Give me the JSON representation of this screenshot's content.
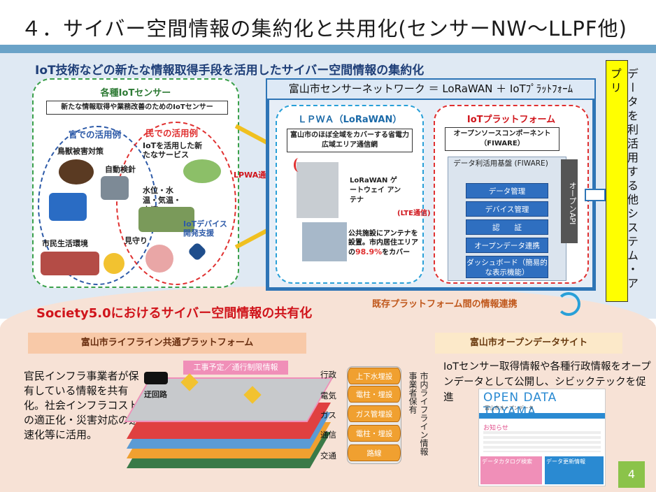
{
  "title": "４．サイバー空間情報の集約化と共用化(センサーNW～LLPF他)",
  "section1": {
    "heading": "IoT技術などの新たな情報取得手段を活用したサイバー空間情報の集約化"
  },
  "sensors": {
    "title": "各種IoTセンサー",
    "subtitle": "新たな情報取得や業務改善のためのIoTセンサー",
    "gov_label": "官での活用例",
    "priv_label": "民での活用例",
    "items": [
      "鳥獣被害対策",
      "自動検針",
      "IoTを活用した新たなサービス",
      "水位・水温・気温・土壌",
      "IoTデバイス開発支援",
      "見守り",
      "市民生活環境"
    ]
  },
  "lpwa_link": "LPWA通信",
  "lte_link": "(LTE通信)",
  "network": {
    "title": "富山市センサーネットワーク ＝ LoRaWAN ＋ IoTﾌﾟﾗｯﾄﾌｫｰﾑ"
  },
  "lpwa": {
    "title": "ＬＰＷＡ（LoRaWAN）",
    "desc": "富山市のほぼ全域をカバーする省電力広域エリア通信網",
    "gateway": "LoRaWAN ゲートウェイ アンテナ",
    "coverage_pre": "公共施設にアンテナを設置。市内居住エリアの",
    "coverage_pct": "98.9%",
    "coverage_post": "をカバー"
  },
  "iot_platform": {
    "title": "IoTプラットフォーム",
    "component": "オープンソースコンポーネント （FIWARE）",
    "base": "データ利活用基盤 (FIWARE)",
    "buttons": [
      "データ管理",
      "デバイス管理",
      "認　　証",
      "オープンデータ連携",
      "ダッシュボード（簡易的な表示機能）"
    ],
    "api": "オープンAPI"
  },
  "side_label": "データを利活用する他システム・アプリ",
  "section2": {
    "heading": "Society5.0におけるサイバー空間情報の共有化",
    "link": "既存プラットフォーム間の情報連携"
  },
  "lifeline": {
    "title": "富山市ライフライン共通プラットフォーム",
    "text": "官民インフラ事業者が保有している情報を共有化。社会インフラコストの適正化・災害対応の迅速化等に活用。",
    "banner": "工事予定／通行制限情報",
    "detour": "迂回路",
    "sectors": [
      "行政",
      "電気",
      "ガス",
      "通信",
      "交通"
    ],
    "layers": [
      "上下水埋設",
      "電柱・埋設",
      "ガス管埋設",
      "電柱・埋設",
      "路線"
    ],
    "vertical": "事業者保有",
    "vertical2": "市内ライフライン情報"
  },
  "opendata": {
    "title": "富山市オープンデータサイト",
    "text": "IoTセンサー取得情報や各種行政情報をオープンデータとして公開し、シビックテックを促進",
    "site_title": "OPEN DATA TOYAMA",
    "site_sub": "富山市オープンデータ",
    "news": "お知らせ",
    "catalog": "データカタログ検索",
    "updates": "データ更新情報"
  },
  "page_number": "4",
  "colors": {
    "accent": "#2e75b6",
    "red": "#d0141b",
    "green": "#3aa04a",
    "orange": "#f0a030"
  }
}
